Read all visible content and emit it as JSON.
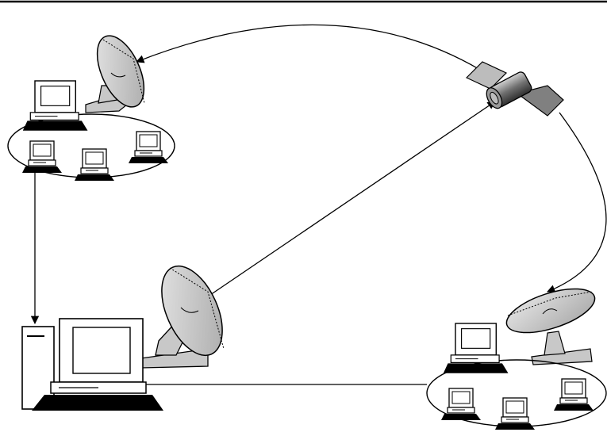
{
  "diagram": {
    "kind": "satellite-network",
    "nodes": [
      {
        "id": "satellite",
        "name": "communications-satellite"
      },
      {
        "id": "hub-dish",
        "name": "hub-satellite-dish"
      },
      {
        "id": "hub-computer",
        "name": "hub-desktop-computer"
      },
      {
        "id": "site-a-dish",
        "name": "site-a-satellite-dish"
      },
      {
        "id": "site-a-lan",
        "name": "site-a-local-network"
      },
      {
        "id": "site-b-dish",
        "name": "site-b-satellite-dish"
      },
      {
        "id": "site-b-lan",
        "name": "site-b-local-network"
      }
    ],
    "links": [
      {
        "from": "satellite",
        "to": "site-a-dish",
        "style": "arc-arrow"
      },
      {
        "from": "satellite",
        "to": "site-b-dish",
        "style": "arc-arrow"
      },
      {
        "from": "hub-dish",
        "to": "satellite",
        "style": "straight-arrow"
      },
      {
        "from": "site-a-lan",
        "to": "hub-computer",
        "style": "straight-arrow"
      },
      {
        "from": "site-b-lan",
        "to": "hub-computer",
        "style": "straight-arrow"
      }
    ],
    "colors": {
      "line": "#000000",
      "dish_fill": "#c8c8c8",
      "satellite_body": "#7a7a7a",
      "background": "#ffffff"
    }
  }
}
